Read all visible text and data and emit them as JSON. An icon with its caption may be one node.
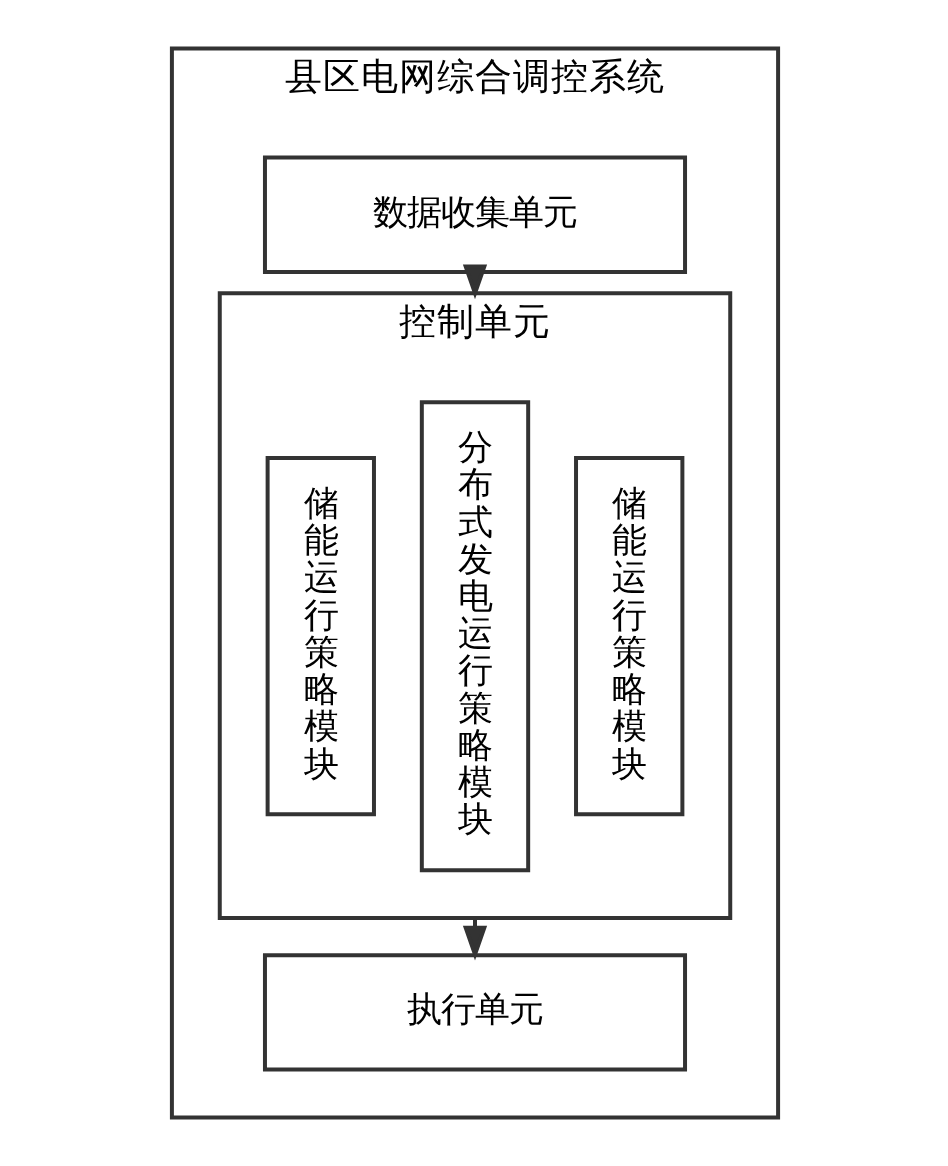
{
  "diagram": {
    "nodes": [
      {
        "text": [
          "县区电网综合调控系统"
        ]
      },
      {
        "text": [
          "数据收集单元"
        ],
        "in": 0
      },
      {
        "text": [
          "控制单元"
        ],
        "in": 0
      },
      {
        "text": [
          "储能运行策略模块"
        ],
        "in": 2
      },
      {
        "text": [
          "分布式发电运行策略模块"
        ],
        "in": 2
      },
      {
        "text": [
          "储能运行策略模块"
        ],
        "in": 2
      },
      {
        "text": [
          "执行单元"
        ],
        "in": 0
      }
    ],
    "edges": [
      {
        "from": 1,
        "to": 2,
        "arrow": "to"
      },
      {
        "from": 2,
        "to": 6,
        "arrow": "to"
      }
    ]
  }
}
